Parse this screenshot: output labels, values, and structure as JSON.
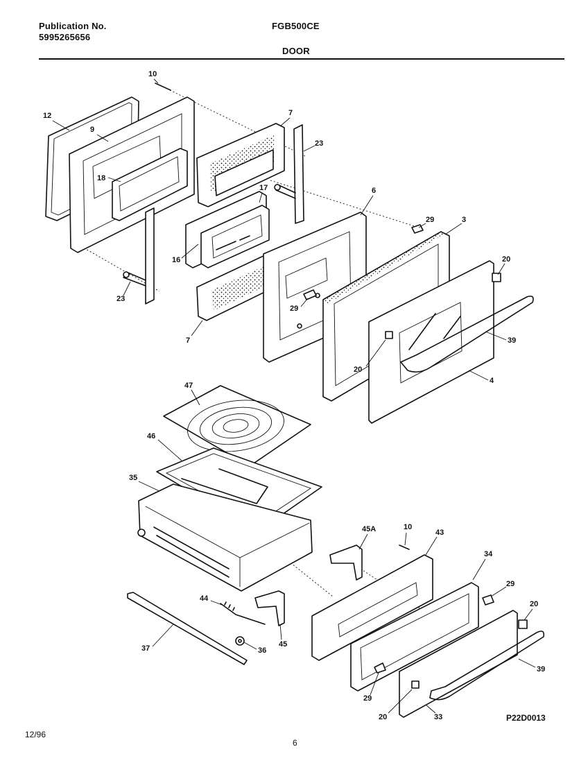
{
  "header": {
    "publication_label": "Publication No.",
    "publication_number": "5995265656",
    "model": "FGB500CE",
    "section_title": "DOOR"
  },
  "footer": {
    "date": "12/96",
    "page_number": "6",
    "drawing_code": "P22D0013"
  },
  "callouts": {
    "c10a": "10",
    "c12": "12",
    "c9": "9",
    "c18": "18",
    "c7a": "7",
    "c23a": "23",
    "c17": "17",
    "c6": "6",
    "c16": "16",
    "c29a": "29",
    "c3": "3",
    "c20a": "20",
    "c23b": "23",
    "c29b": "29",
    "c7b": "7",
    "c39a": "39",
    "c20b": "20",
    "c4": "4",
    "c47": "47",
    "c46": "46",
    "c35": "35",
    "c45A": "45A",
    "c10b": "10",
    "c43": "43",
    "c34": "34",
    "c29c": "29",
    "c20c": "20",
    "c44": "44",
    "c45": "45",
    "c37": "37",
    "c36": "36",
    "c39b": "39",
    "c29d": "29",
    "c20d": "20",
    "c33": "33"
  }
}
